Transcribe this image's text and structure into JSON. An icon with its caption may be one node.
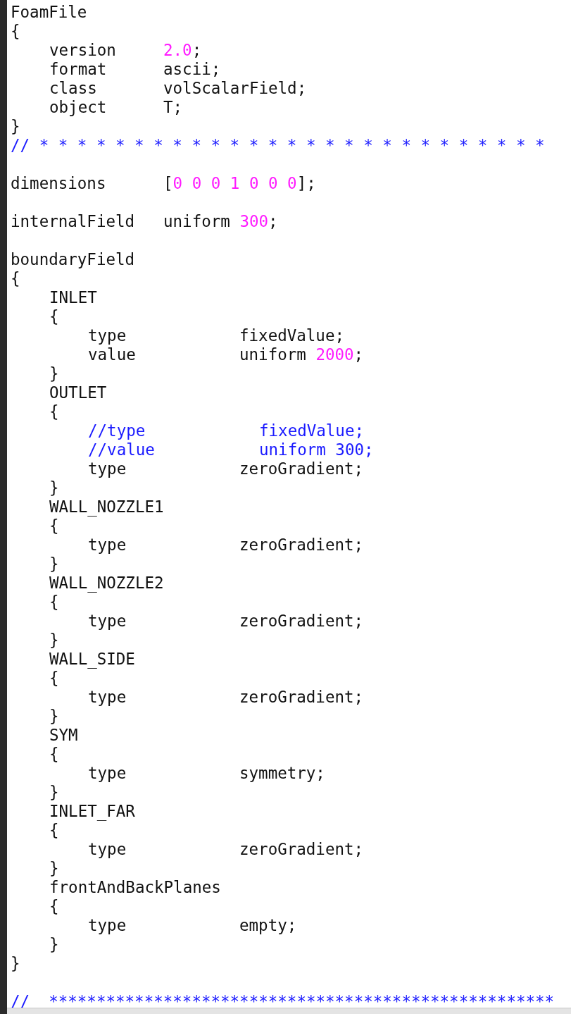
{
  "diagram": {
    "labels": [
      "FoamFile",
      "{",
      "version",
      "2.0;",
      "format",
      "ascii;",
      "class",
      "volScalarField;",
      "object",
      "T;",
      "}",
      "// * * * * * * * * * * * * * * * * * * * * * * * * * * *",
      "dimensions",
      "[0 0 0 1 0 0 0];",
      "internalField",
      "uniform 300;",
      "boundaryField",
      "{",
      "INLET",
      "{",
      "type",
      "fixedValue;",
      "value",
      "uniform 2000;",
      "}",
      "OUTLET",
      "{",
      "//type",
      "fixedValue;",
      "//value",
      "uniform 300;",
      "type",
      "zeroGradient;",
      "}",
      "WALL_NOZZLE1",
      "{",
      "type",
      "zeroGradient;",
      "}",
      "WALL_NOZZLE2",
      "{",
      "type",
      "zeroGradient;",
      "}",
      "WALL_SIDE",
      "{",
      "type",
      "zeroGradient;",
      "}",
      "SYM",
      "{",
      "type",
      "symmetry;",
      "}",
      "INLET_FAR",
      "{",
      "type",
      "zeroGradient;",
      "}",
      "frontAndBackPlanes",
      "{",
      "type",
      "empty;",
      "}",
      "}",
      "//  *****************************************************"
    ]
  }
}
